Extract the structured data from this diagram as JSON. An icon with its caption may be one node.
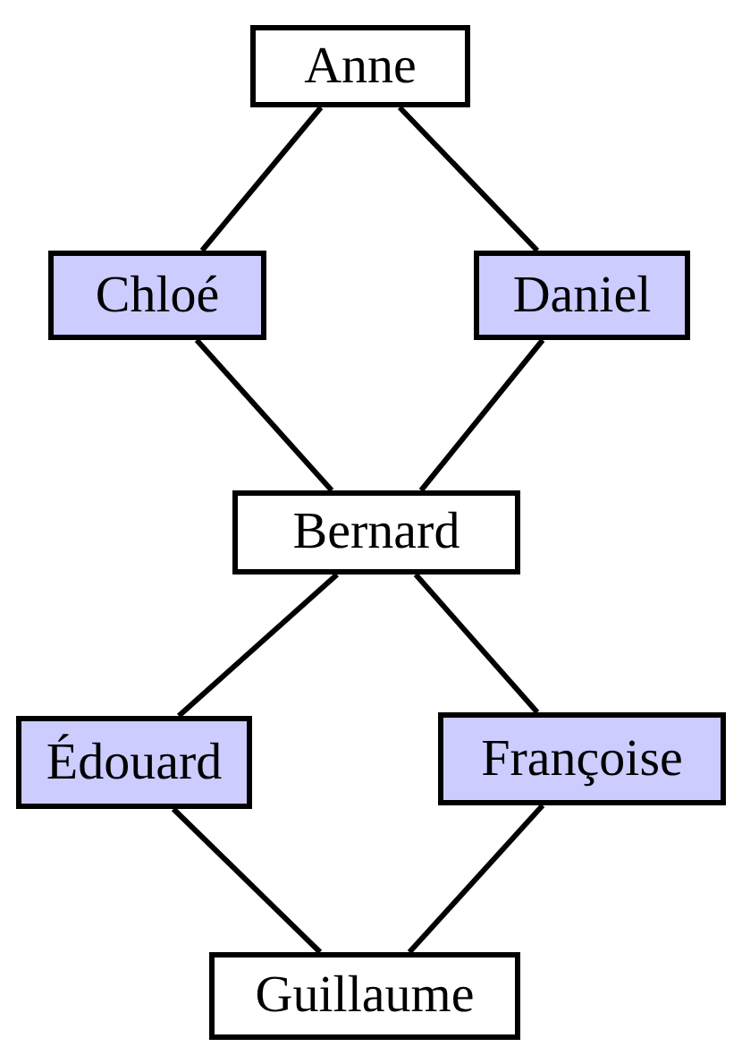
{
  "diagram": {
    "nodes": [
      {
        "text": [
          "Anne"
        ]
      },
      {
        "text": [
          "Chloé"
        ]
      },
      {
        "text": [
          "Daniel"
        ]
      },
      {
        "text": [
          "Bernard"
        ]
      },
      {
        "text": [
          "Édouard"
        ]
      },
      {
        "text": [
          "Françoise"
        ]
      },
      {
        "text": [
          "Guillaume"
        ]
      }
    ],
    "edges": [
      {
        "from": 0,
        "to": 1,
        "arrow": "none"
      },
      {
        "from": 0,
        "to": 2,
        "arrow": "none"
      },
      {
        "from": 1,
        "to": 3,
        "arrow": "none"
      },
      {
        "from": 2,
        "to": 3,
        "arrow": "none"
      },
      {
        "from": 3,
        "to": 4,
        "arrow": "none"
      },
      {
        "from": 3,
        "to": 5,
        "arrow": "none"
      },
      {
        "from": 4,
        "to": 6,
        "arrow": "none"
      },
      {
        "from": 5,
        "to": 6,
        "arrow": "none"
      }
    ]
  }
}
